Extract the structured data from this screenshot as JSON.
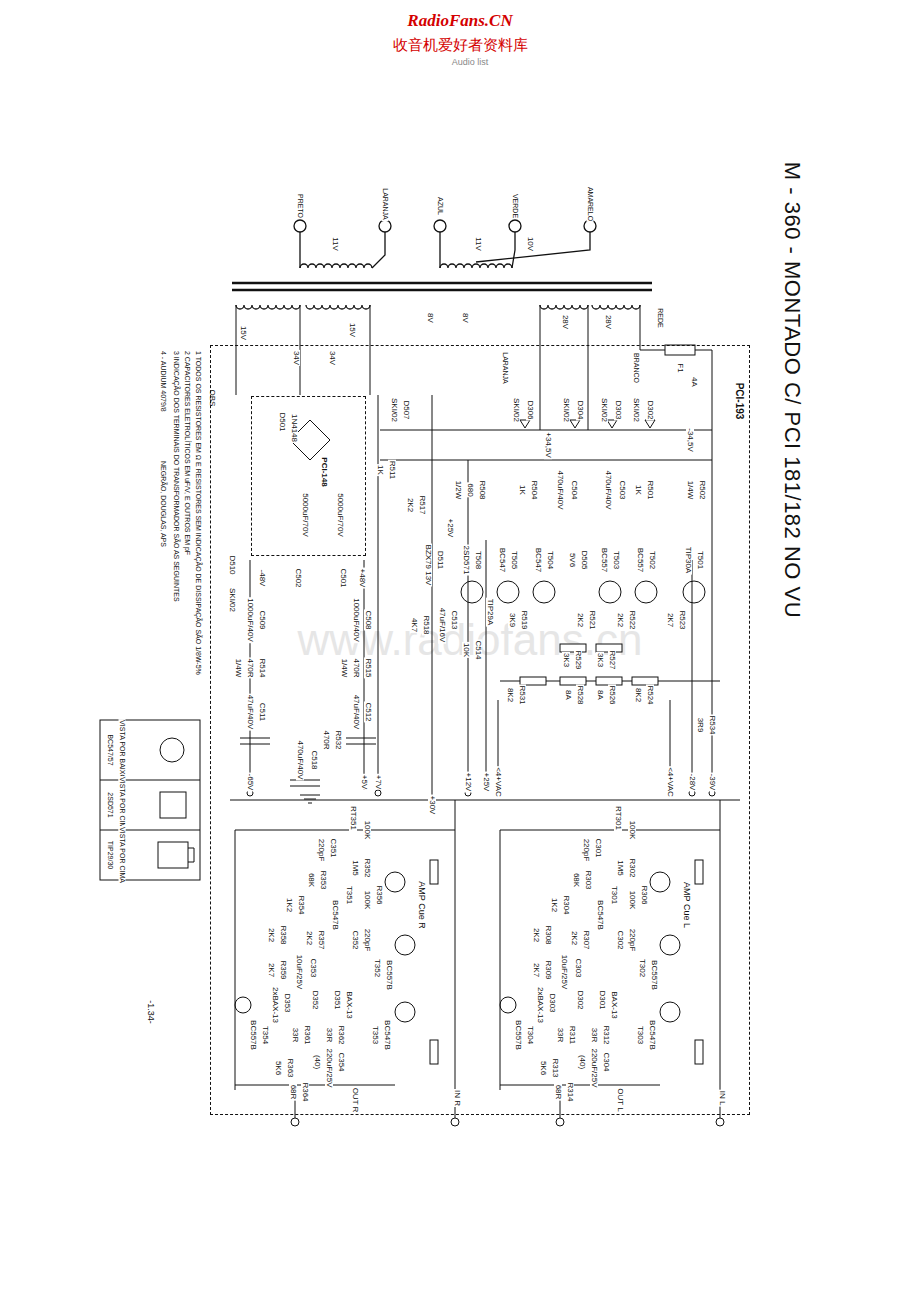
{
  "diagram": {
    "title": "M - 360 - MONTADO C/ PCI 181/182 NO VU",
    "nodes": [
      {
        "text": [
          "PCI-193"
        ]
      },
      {
        "text": [
          "PCI-148"
        ],
        "in": 0
      }
    ],
    "labels": [
      "RadioFans.CN",
      "收音机爱好者资料库",
      "Audio list",
      "www.radiofans.cn",
      "PRETO",
      "LARANJA",
      "11V",
      "AZUL",
      "VERDE",
      "11V",
      "10V",
      "AMARELO",
      "REDE",
      "F1",
      "4A",
      "28V",
      "28V",
      "LARANJA",
      "BRANCO",
      "15V",
      "34V",
      "34V",
      "15V",
      "8V",
      "8V",
      "D501",
      "1N4148",
      "5000uF/70V",
      "5000uF/70V",
      "C502",
      "C501",
      "-48V",
      "+48V",
      "D302",
      "SKI/02",
      "D303",
      "SKI/02",
      "D304",
      "SKI/02",
      "D306",
      "SKI/02",
      "-34,5V",
      "+34,5V",
      "R501",
      "1K",
      "C503",
      "470uF/40V",
      "C504",
      "470uF/40V",
      "R504",
      "1K",
      "R502",
      "1/4W",
      "R508",
      "680",
      "1/2W",
      "R517",
      "2K2",
      "+25V",
      "T501",
      "TIP30A",
      "T502",
      "BC557",
      "T503",
      "BC557",
      "D505",
      "5V6",
      "T504",
      "BC547",
      "T505",
      "BC547",
      "T508",
      "2SD571",
      "TIP29A",
      "D511",
      "BZX79 13V",
      "R523",
      "2K7",
      "R522",
      "2K2",
      "R521",
      "2K2",
      "R519",
      "3K9",
      "C513",
      "47uF/16V",
      "R518",
      "4K7",
      "C514",
      "10K",
      "R529",
      "3K3",
      "R527",
      "3K3",
      "R531",
      "8K2",
      "R528",
      "8A",
      "R526",
      "8A",
      "R524",
      "8K2",
      "R534",
      "3R9",
      "-39V",
      "-28V",
      "<4+VAC",
      "<4+VAC",
      "+25V",
      "+12V",
      "+7V",
      "+5V",
      "-65V",
      "+30V",
      "C509",
      "1000uF/40V",
      "R514",
      "470R",
      "1/4W",
      "C511",
      "47uF/40V",
      "C508",
      "1000uF/40V",
      "R515",
      "470R",
      "1/4W",
      "C512",
      "47uF/40V",
      "R532",
      "470R",
      "C518",
      "470uF/40V",
      "D510",
      "SKI/02",
      "D507",
      "SKI/02",
      "R511",
      "1K",
      "AMP Cue L",
      "RT301",
      "100K",
      "C301",
      "220pF",
      "R302",
      "1M5",
      "R303",
      "68K",
      "T301",
      "BC547B",
      "R306",
      "100K",
      "R304",
      "1K2",
      "R307",
      "2K2",
      "C302",
      "220pF",
      "R308",
      "2K2",
      "C303",
      "10uF/25V",
      "R309",
      "2K7",
      "T302",
      "BC557B",
      "D303",
      "2xBAX-13",
      "D302",
      "D301",
      "BAX-13",
      "T304",
      "BC557B",
      "R311",
      "33R",
      "R312",
      "33R",
      "T303",
      "BC547B",
      "C304",
      "220uF/25V",
      "(40)",
      "R313",
      "5K6",
      "R314",
      "68R",
      "OUT L",
      "IN L",
      "AMP Cue R",
      "RT351",
      "100K",
      "C351",
      "220pF",
      "R352",
      "1M5",
      "R353",
      "68K",
      "T351",
      "BC547B",
      "R356",
      "100K",
      "R354",
      "1K2",
      "R357",
      "2K2",
      "C352",
      "220pF",
      "R358",
      "2K2",
      "C353",
      "10uF/25V",
      "R359",
      "2K7",
      "T352",
      "BC557B",
      "D353",
      "2xBAX-13",
      "D352",
      "D351",
      "BAX-13",
      "T354",
      "BC557B",
      "R361",
      "33R",
      "R362",
      "33R",
      "T353",
      "BC547B",
      "C354",
      "220uF/25V",
      "(40)",
      "R363",
      "5K6",
      "R364",
      "68R",
      "OUT R",
      "IN R",
      "BC547/57",
      "VISTA POR BAIXO",
      "2SD571",
      "VISTA POR CIMA",
      "TIP29/30",
      "VISTA POR CIMA",
      "OBS",
      "1 TODOS OS RESISTORES EM Ω E RESISTORES SEM INDICAÇÃO DE DISSIPAÇÃO SÃO 1/8W-5%",
      "2 CAPACITORES ELETROLÍTICOS EM uF/V, E OUTROS EM pF",
      "3 INDICAÇÃO DOS TERMINAIS DO TRANSFORMADOR SÃO AS SEGUINTES",
      "4 - AUDIUM 4079/8",
      "NEGRÃO, DOUGLAS, APS",
      "-1.34-"
    ]
  }
}
